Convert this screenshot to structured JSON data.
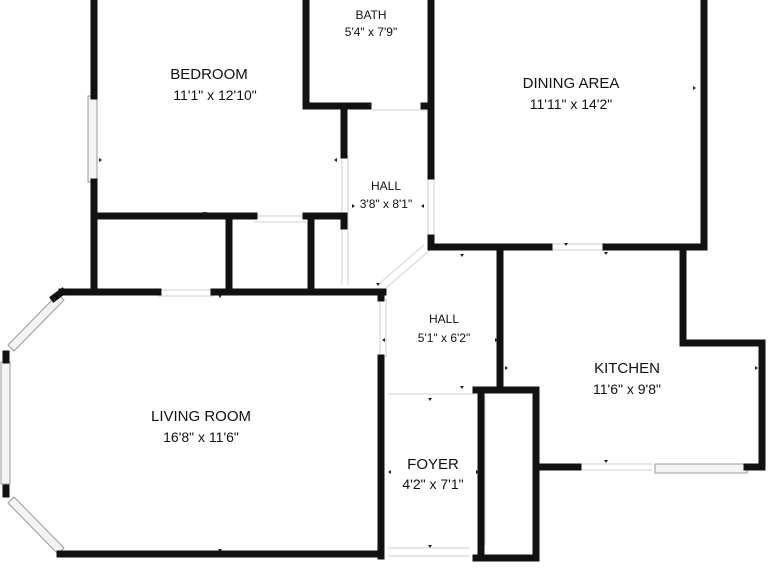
{
  "rooms": {
    "bath": {
      "name": "BATH",
      "dims": "5'4\" x 7'9\""
    },
    "bedroom": {
      "name": "BEDROOM",
      "dims": "11'1\" x 12'10\""
    },
    "dining": {
      "name": "DINING AREA",
      "dims": "11'11\" x 14'2\""
    },
    "hall1": {
      "name": "HALL",
      "dims": "3'8\" x 8'1\""
    },
    "hall2": {
      "name": "HALL",
      "dims": "5'1\" x 6'2\""
    },
    "kitchen": {
      "name": "KITCHEN",
      "dims": "11'6\" x 9'8\""
    },
    "living": {
      "name": "LIVING ROOM",
      "dims": "16'8\" x 11'6\""
    },
    "foyer": {
      "name": "FOYER",
      "dims": "4'2\" x 7'1\""
    }
  }
}
